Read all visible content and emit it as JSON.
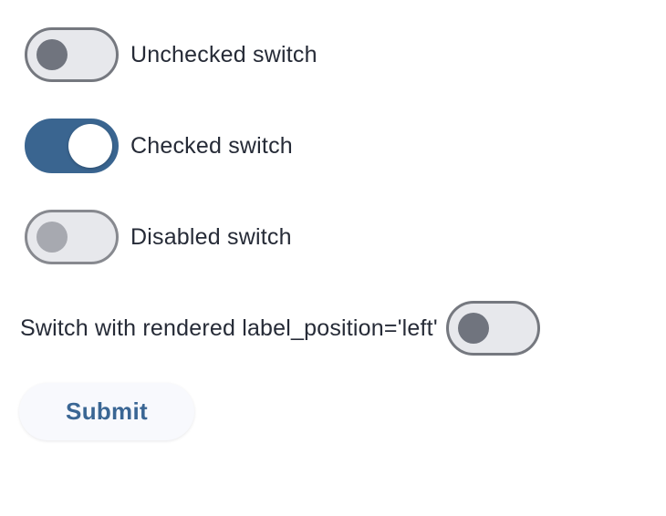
{
  "switches": [
    {
      "label": "Unchecked switch",
      "state": "unchecked",
      "label_position": "right"
    },
    {
      "label": "Checked switch",
      "state": "checked",
      "label_position": "right"
    },
    {
      "label": "Disabled switch",
      "state": "disabled",
      "label_position": "right"
    },
    {
      "label": "Switch with rendered label_position='left'",
      "state": "unchecked",
      "label_position": "left"
    }
  ],
  "submit": {
    "label": "Submit"
  },
  "colors": {
    "page_background": "#ffffff",
    "label_text": "#262b37",
    "track_off_fill": "#e7e8ec",
    "track_off_border": "#75787f",
    "thumb_off": "#70747e",
    "track_on": "#3a6590",
    "thumb_on": "#ffffff",
    "track_disabled_border": "#87898f",
    "thumb_disabled": "#a7a9b0",
    "button_background": "#f8f9fd",
    "button_text": "#3a6694"
  }
}
